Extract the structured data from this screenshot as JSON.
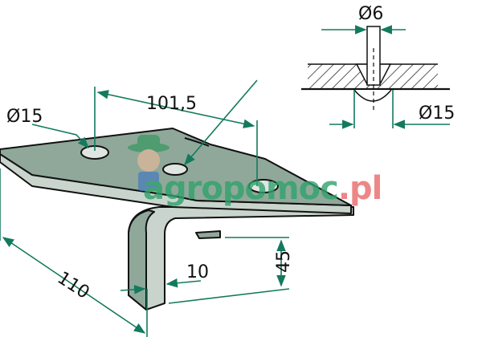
{
  "dimensions": {
    "hole_diameter_top_left": "Ø15",
    "hole_spacing": "101,5",
    "bolt_diameter": "Ø6",
    "countersink_diameter": "Ø15",
    "leg_height": "45",
    "leg_thickness": "10",
    "plate_width": "110"
  },
  "watermark": {
    "main": "agropomoc",
    "suffix": ".pl"
  },
  "colors": {
    "dimension": "#137a5e",
    "part_face": "#8fa89a",
    "part_edge": "#c9d4cd",
    "watermark_green": "#2fa36b",
    "watermark_red": "#e9686a"
  }
}
